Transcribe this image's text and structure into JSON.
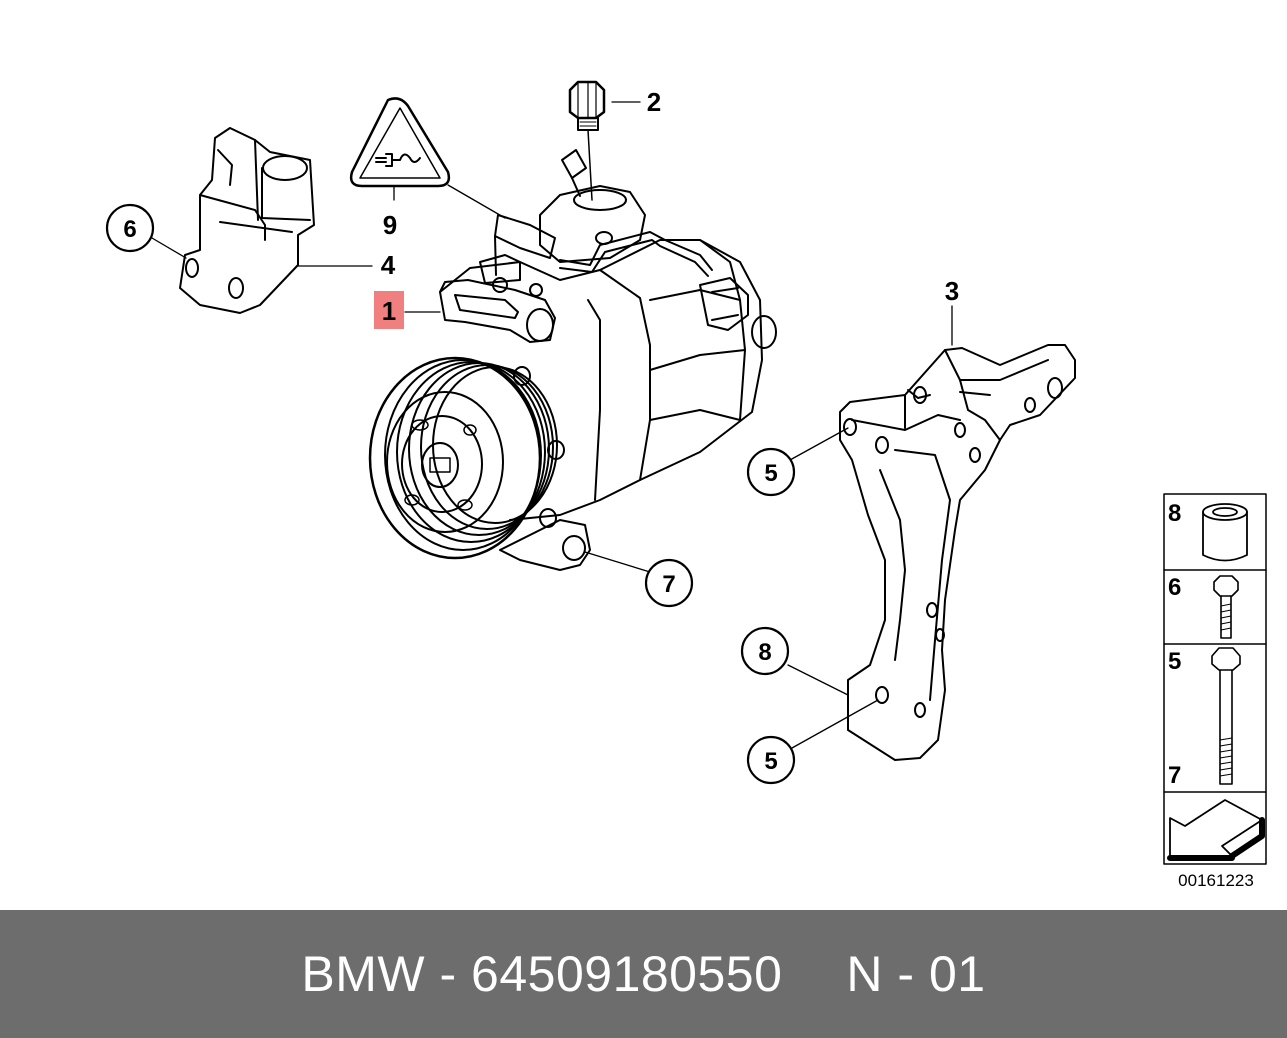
{
  "callouts": {
    "c1": "1",
    "c2": "2",
    "c3": "3",
    "c4": "4",
    "c5a": "5",
    "c5b": "5",
    "c6": "6",
    "c7": "7",
    "c8": "8",
    "c9": "9"
  },
  "legend": {
    "r8": "8",
    "r6": "6",
    "r5": "5",
    "r7": "7"
  },
  "drawing_number": "00161223",
  "footer": {
    "part": "BMW - 64509180550",
    "code": "N - 01"
  },
  "colors": {
    "highlight": "#f08080",
    "footer_bg": "#6d6d6d",
    "line": "#000000"
  },
  "icons": {
    "warning": "refrigerant-warning-triangle-icon",
    "arrow": "direction-arrow-icon"
  }
}
